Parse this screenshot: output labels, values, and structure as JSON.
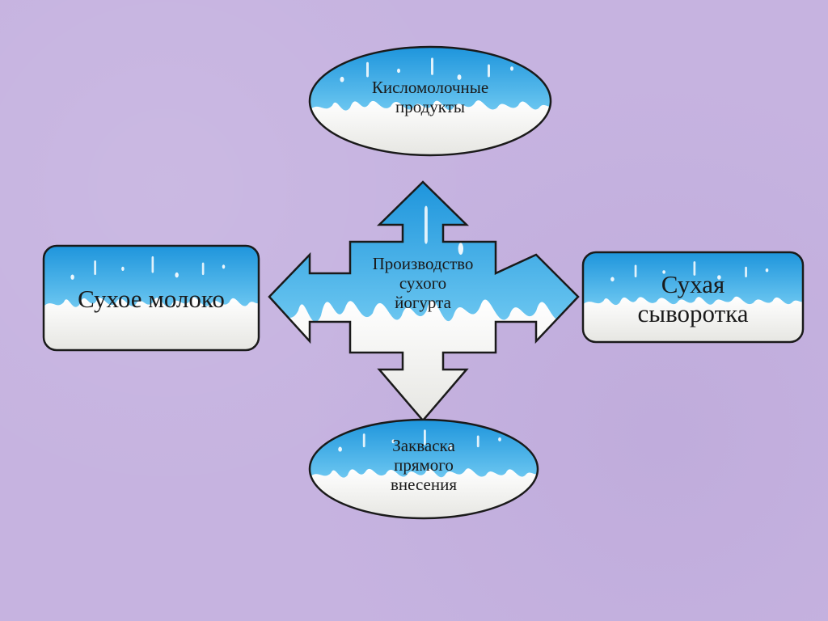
{
  "center": {
    "lines": [
      "Производство",
      "сухого",
      "йогурта"
    ]
  },
  "top": {
    "lines": [
      "Кисломолочные",
      "продукты"
    ]
  },
  "bottom": {
    "lines": [
      "Закваска",
      "прямого",
      "внесения"
    ]
  },
  "left": {
    "lines": [
      "Сухое молоко"
    ]
  },
  "right": {
    "lines": [
      "Сухая",
      "сыворотка"
    ]
  },
  "colors": {
    "background": "#c6b3e0",
    "sky_blue": "#2ea6e6",
    "light_blue": "#bfe7fa",
    "milk": "#f7f7f4",
    "outline": "#1a1a1a"
  }
}
